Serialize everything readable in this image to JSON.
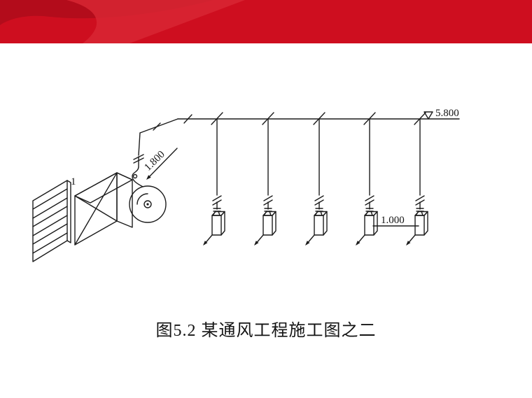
{
  "colors": {
    "header_red": "#ce0e1f",
    "header_red_dark": "#b30c1b",
    "header_red_light": "#d92834",
    "line": "#1c1c1c"
  },
  "diagram": {
    "elevation_label": "5.800",
    "duct_height_label": "1.800",
    "outlet_height_label": "1.000",
    "equipment_number": "1"
  },
  "caption": "图5.2 某通风工程施工图之二"
}
